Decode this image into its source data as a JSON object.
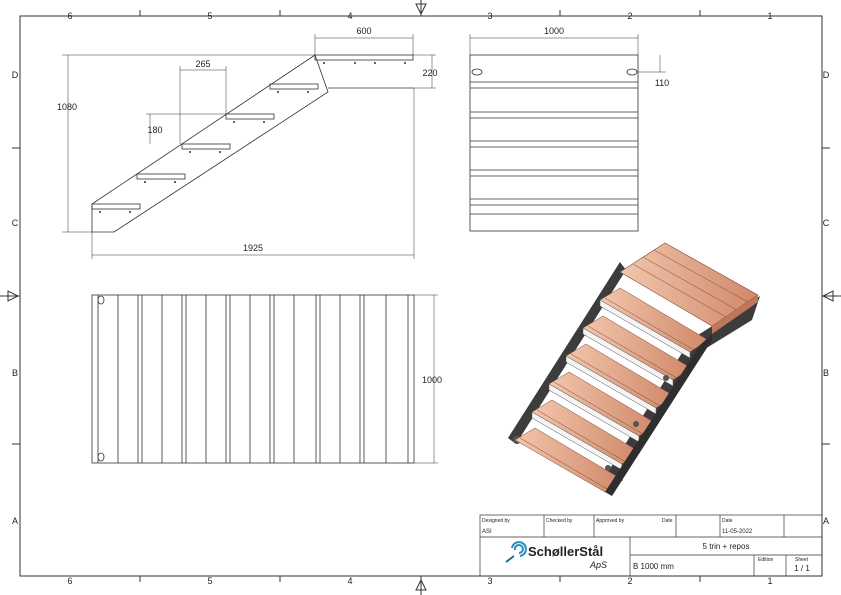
{
  "frame": {
    "columns": [
      "6",
      "5",
      "4",
      "3",
      "2",
      "1"
    ],
    "rows": [
      "D",
      "C",
      "B",
      "A"
    ]
  },
  "dimensions": {
    "side_width": "600",
    "side_height_right": "220",
    "side_step_depth": "265",
    "side_total_height": "1080",
    "side_riser": "180",
    "side_total_length": "1925",
    "front_width": "1000",
    "front_offset": "110",
    "top_width": "1000"
  },
  "title_block": {
    "designed_by_label": "Designed by",
    "designed_by": "ASI",
    "checked_by_label": "Checked by",
    "approved_by_label": "Approved by",
    "date_label_1": "Date",
    "date_label_2": "Date",
    "date": "11-05-2022",
    "title": "5 trin + repos",
    "subtitle": "B 1000 mm",
    "edition_label": "Edition",
    "sheet_label": "Sheet",
    "sheet": "1 / 1",
    "company_main": "SchøllerStål",
    "company_sub": "ApS"
  },
  "colors": {
    "line": "#333333",
    "wood_light": "#e8b79b",
    "wood_dark": "#b56e4f",
    "steel": "#3c3c3c",
    "logo_blue": "#2a8fc5"
  }
}
